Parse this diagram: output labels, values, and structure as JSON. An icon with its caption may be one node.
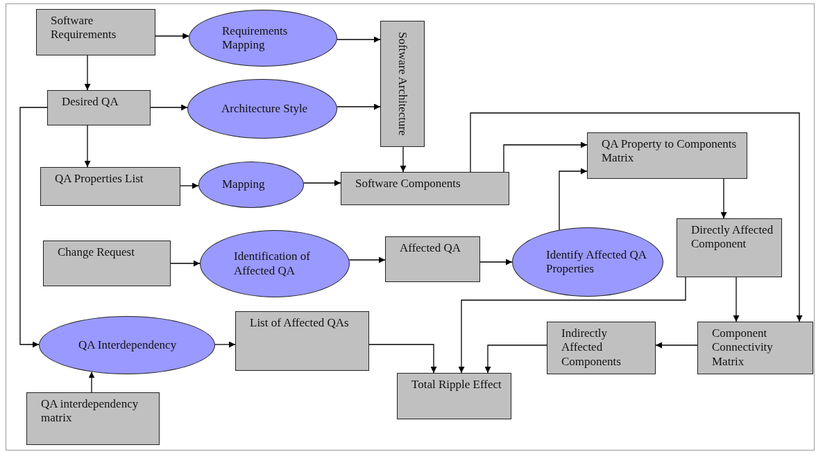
{
  "diagram": {
    "nodes": [
      {
        "text": [
          "Software Requirements"
        ]
      },
      {
        "text": [
          "Requirements Mapping"
        ]
      },
      {
        "text": [
          "Software Architecture"
        ]
      },
      {
        "text": [
          "Desired QA"
        ]
      },
      {
        "text": [
          "Architecture Style"
        ]
      },
      {
        "text": [
          "QA Properties List"
        ]
      },
      {
        "text": [
          "Mapping"
        ]
      },
      {
        "text": [
          "Software Components"
        ]
      },
      {
        "text": [
          "QA Property to Components Matrix"
        ]
      },
      {
        "text": [
          "Change Request"
        ]
      },
      {
        "text": [
          "Identification of Affected QA"
        ]
      },
      {
        "text": [
          "Affected QA"
        ]
      },
      {
        "text": [
          "Identify Affected QA Properties"
        ]
      },
      {
        "text": [
          "Directly Affected Component"
        ]
      },
      {
        "text": [
          "QA Interdependency"
        ]
      },
      {
        "text": [
          "List of Affected QAs"
        ]
      },
      {
        "text": [
          "Indirectly Affected Components"
        ]
      },
      {
        "text": [
          "Component Connectivity Matrix"
        ]
      },
      {
        "text": [
          "Total Ripple Effect"
        ]
      },
      {
        "text": [
          "QA interdependency matrix"
        ]
      }
    ],
    "edges": [
      {
        "from": 0,
        "to": 1,
        "arrow": "to"
      },
      {
        "from": 0,
        "to": 3,
        "arrow": "to"
      },
      {
        "from": 1,
        "to": 2,
        "arrow": "to"
      },
      {
        "from": 3,
        "to": 4,
        "arrow": "to"
      },
      {
        "from": 3,
        "to": 5,
        "arrow": "to"
      },
      {
        "from": 4,
        "to": 2,
        "arrow": "to"
      },
      {
        "from": 5,
        "to": 6,
        "arrow": "to"
      },
      {
        "from": 6,
        "to": 7,
        "arrow": "to"
      },
      {
        "from": 2,
        "to": 7,
        "arrow": "to"
      },
      {
        "from": 7,
        "to": 8,
        "arrow": "to"
      },
      {
        "from": 7,
        "to": 17,
        "arrow": "to"
      },
      {
        "from": 9,
        "to": 10,
        "arrow": "to"
      },
      {
        "from": 10,
        "to": 11,
        "arrow": "to"
      },
      {
        "from": 11,
        "to": 12,
        "arrow": "to"
      },
      {
        "from": 12,
        "to": 8,
        "arrow": "to"
      },
      {
        "from": 8,
        "to": 13,
        "arrow": "to"
      },
      {
        "from": 13,
        "to": 17,
        "arrow": "to"
      },
      {
        "from": 13,
        "to": 18,
        "arrow": "to"
      },
      {
        "from": 17,
        "to": 16,
        "arrow": "to"
      },
      {
        "from": 16,
        "to": 18,
        "arrow": "to"
      },
      {
        "from": 15,
        "to": 18,
        "arrow": "to"
      },
      {
        "from": 3,
        "to": 14,
        "arrow": "to"
      },
      {
        "from": 14,
        "to": 15,
        "arrow": "to"
      },
      {
        "from": 19,
        "to": 14,
        "arrow": "to"
      }
    ]
  }
}
